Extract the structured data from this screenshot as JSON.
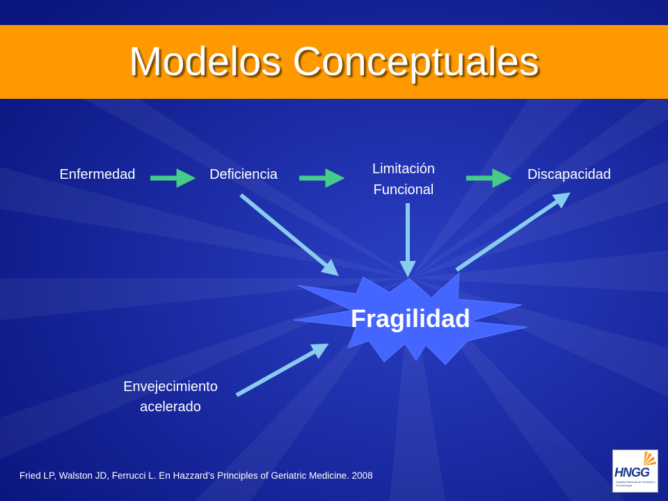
{
  "title": "Modelos Conceptuales",
  "nodes": {
    "enfermedad": "Enfermedad",
    "deficiencia": "Deficiencia",
    "limitacion_line1": "Limitación",
    "limitacion_line2": "Funcional",
    "discapacidad": "Discapacidad",
    "envejecimiento_line1": "Envejecimiento",
    "envejecimiento_line2": "acelerado",
    "fragilidad": "Fragilidad"
  },
  "citation": "Fried LP, Walston JD, Ferrucci L. En Hazzard’s Principles of Geriatric Medicine. 2008",
  "logo": {
    "mark": "HNGG",
    "subtitle": "Hospital Nacional de Geriatría y Gerontología"
  },
  "colors": {
    "background": "#0d1a8a",
    "title_band": "#ff9900",
    "green_arrow": "#44cc88",
    "blue_arrow": "#88ccee",
    "star_fill": "#4466ff"
  },
  "icons": {
    "logo": "hngg-logo-icon",
    "star": "starburst-shape"
  }
}
